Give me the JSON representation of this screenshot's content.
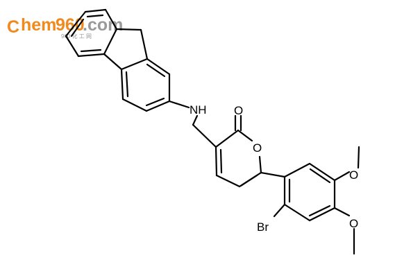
{
  "logo": {
    "text_c": "C",
    "text_hem": "hem",
    "text_960": "960",
    "text_com": ".com",
    "subtitle": "960 化 工 网",
    "colors": {
      "orange": "#f08a1e",
      "gray": "#9a9a9a"
    }
  },
  "atoms": {
    "nh": "NH",
    "carbonyl_o": "O",
    "ring_o": "O",
    "br": "Br",
    "methoxy_o_upper": "O",
    "methoxy_o_lower": "O"
  }
}
